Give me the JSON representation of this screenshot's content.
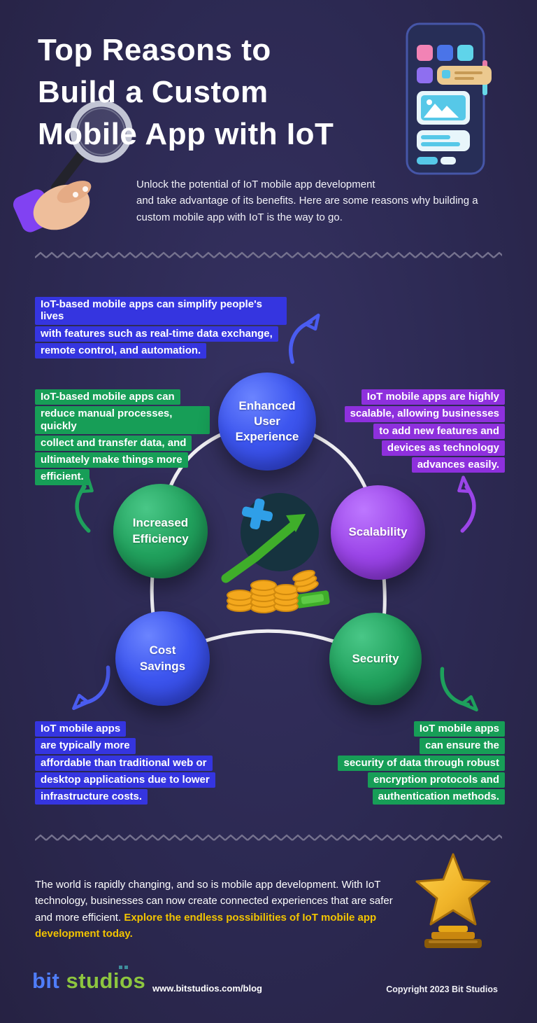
{
  "page": {
    "background": "#2c2952"
  },
  "header": {
    "title": "Top Reasons to\nBuild a Custom\nMobile App with IoT",
    "intro": "Unlock the potential of IoT mobile app development\nand take advantage of its benefits. Here are some reasons why building a\ncustom mobile app with IoT is the way to go."
  },
  "accents": {
    "blue": "#3535e0",
    "green": "#179e57",
    "purple": "#8e30dd",
    "yellow": "#f2c400",
    "bubble_blue": "#3d56ef",
    "bubble_green": "#21a15d",
    "bubble_purple": "#9b45e8"
  },
  "bubbles": [
    {
      "id": "enhanced-user-experience",
      "label": "Enhanced\nUser\nExperience",
      "color": "#3d56ef"
    },
    {
      "id": "increased-efficiency",
      "label": "Increased\nEfficiency",
      "color": "#21a15d"
    },
    {
      "id": "scalability",
      "label": "Scalability",
      "color": "#9b45e8"
    },
    {
      "id": "cost-savings",
      "label": "Cost\nSavings",
      "color": "#3d56ef"
    },
    {
      "id": "security",
      "label": "Security",
      "color": "#21a15d"
    }
  ],
  "annotations": {
    "enhanced_user_experience": {
      "highlight": "#3535e0",
      "lines": [
        "IoT-based mobile apps can simplify people's lives",
        "with features such as real-time data exchange,",
        "remote control, and automation."
      ]
    },
    "increased_efficiency": {
      "highlight": "#179e57",
      "lines": [
        "IoT-based mobile apps can",
        "reduce manual processes, quickly",
        "collect and transfer data, and",
        "ultimately make things more",
        "efficient."
      ]
    },
    "scalability": {
      "highlight": "#8e30dd",
      "lines": [
        "IoT mobile apps are highly",
        "scalable, allowing businesses",
        "to add new features and",
        "devices as technology",
        "advances easily."
      ]
    },
    "cost_savings": {
      "highlight": "#3535e0",
      "lines": [
        "IoT mobile apps",
        "are typically more",
        "affordable than traditional web or",
        "desktop applications due to lower",
        "infrastructure costs."
      ]
    },
    "security": {
      "highlight": "#179e57",
      "lines": [
        "IoT mobile apps",
        "can ensure the",
        "security of data through robust",
        "encryption protocols and",
        "authentication methods."
      ]
    }
  },
  "footer": {
    "outro_white": "The world is rapidly changing, and so is mobile app development. With IoT technology, businesses can now create connected experiences that are safer and more efficient.",
    "outro_yellow": "Explore the endless possibilities of IoT mobile app development today.",
    "logo_bit": "bit",
    "logo_studios": "studios",
    "blog_url": "www.bitstudios.com/blog",
    "copyright": "Copyright 2023 Bit Studios"
  }
}
